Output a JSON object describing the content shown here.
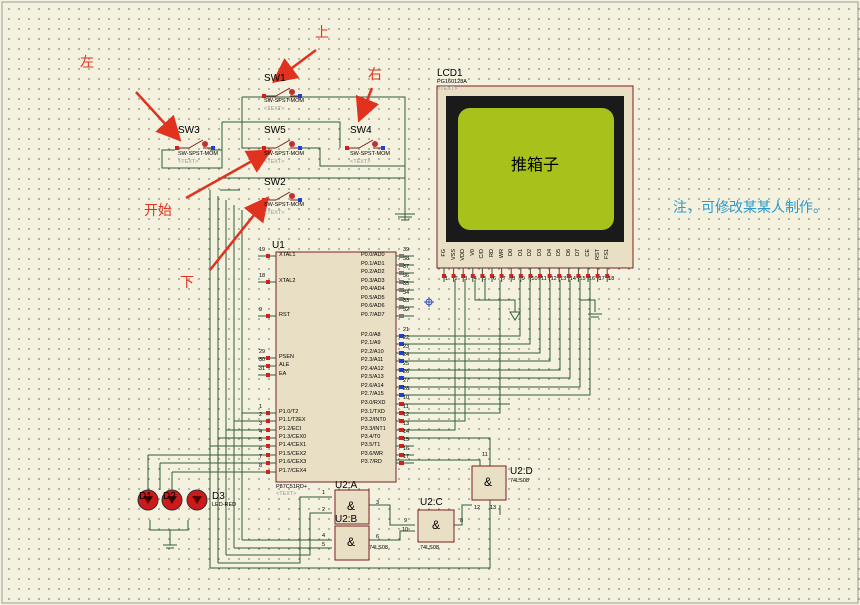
{
  "annotations": {
    "up": "上",
    "down": "下",
    "left": "左",
    "right": "右",
    "start": "开始"
  },
  "note": "注，可修改某某人制作。",
  "switches": [
    {
      "ref": "SW1",
      "type": "SW-SPST-MOM",
      "text": "<TEXT>"
    },
    {
      "ref": "SW2",
      "type": "SW-SPST-MOM",
      "text": "<TEXT>"
    },
    {
      "ref": "SW3",
      "type": "SW-SPST-MOM",
      "text": "<TEXT>"
    },
    {
      "ref": "SW4",
      "type": "SW-SPST-MOM",
      "text": "<TEXT>"
    },
    {
      "ref": "SW5",
      "type": "SW-SPST-MOM",
      "text": "<TEXT>"
    }
  ],
  "lcd": {
    "ref": "LCD1",
    "model": "PG160128A",
    "text": "<TEXT>",
    "screen_text": "推箱子",
    "pins": [
      "FG",
      "VSS",
      "VDD",
      "V0",
      "C/D",
      "RD",
      "WR",
      "D0",
      "D1",
      "D2",
      "D3",
      "D4",
      "D5",
      "D6",
      "D7",
      "CE",
      "RST",
      "FS1"
    ],
    "pin_numbers": [
      "1",
      "2",
      "3",
      "4",
      "5",
      "6",
      "7",
      "8",
      "9",
      "10",
      "11",
      "12",
      "13",
      "14",
      "15",
      "16",
      "17",
      "18",
      "19"
    ]
  },
  "mcu": {
    "ref": "U1",
    "model": "P87C51RD+",
    "text": "<TEXT>",
    "left_pins": [
      {
        "num": "19",
        "name": "XTAL1"
      },
      {
        "num": "18",
        "name": "XTAL2"
      },
      {
        "num": "9",
        "name": "RST"
      },
      {
        "num": "29",
        "name": "PSEN"
      },
      {
        "num": "30",
        "name": "ALE"
      },
      {
        "num": "31",
        "name": "EA"
      },
      {
        "num": "1",
        "name": "P1.0/T2"
      },
      {
        "num": "2",
        "name": "P1.1/T2EX"
      },
      {
        "num": "3",
        "name": "P1.2/ECI"
      },
      {
        "num": "4",
        "name": "P1.3/CEX0"
      },
      {
        "num": "5",
        "name": "P1.4/CEX1"
      },
      {
        "num": "6",
        "name": "P1.5/CEX2"
      },
      {
        "num": "7",
        "name": "P1.6/CEX3"
      },
      {
        "num": "8",
        "name": "P1.7/CEX4"
      }
    ],
    "right_pins": [
      {
        "num": "39",
        "name": "P0.0/AD0"
      },
      {
        "num": "38",
        "name": "P0.1/AD1"
      },
      {
        "num": "37",
        "name": "P0.2/AD2"
      },
      {
        "num": "36",
        "name": "P0.3/AD3"
      },
      {
        "num": "35",
        "name": "P0.4/AD4"
      },
      {
        "num": "34",
        "name": "P0.5/AD5"
      },
      {
        "num": "33",
        "name": "P0.6/AD6"
      },
      {
        "num": "32",
        "name": "P0.7/AD7"
      },
      {
        "num": "21",
        "name": "P2.0/A8"
      },
      {
        "num": "22",
        "name": "P2.1/A9"
      },
      {
        "num": "23",
        "name": "P2.2/A10"
      },
      {
        "num": "24",
        "name": "P2.3/A11"
      },
      {
        "num": "25",
        "name": "P2.4/A12"
      },
      {
        "num": "26",
        "name": "P2.5/A13"
      },
      {
        "num": "27",
        "name": "P2.6/A14"
      },
      {
        "num": "28",
        "name": "P2.7/A15"
      },
      {
        "num": "10",
        "name": "P3.0/RXD"
      },
      {
        "num": "11",
        "name": "P3.1/TXD"
      },
      {
        "num": "12",
        "name": "P3.2/INT0"
      },
      {
        "num": "13",
        "name": "P3.3/INT1"
      },
      {
        "num": "14",
        "name": "P3.4/T0"
      },
      {
        "num": "15",
        "name": "P3.5/T1"
      },
      {
        "num": "16",
        "name": "P3.6/WR"
      },
      {
        "num": "17",
        "name": "P3.7/RD"
      }
    ]
  },
  "gates": [
    {
      "ref": "U2:A",
      "symbol": "&",
      "model": "",
      "pins": [
        "1",
        "2",
        "3"
      ]
    },
    {
      "ref": "U2:B",
      "symbol": "&",
      "model": "74LS08",
      "pins": [
        "4",
        "5",
        "6"
      ]
    },
    {
      "ref": "U2:C",
      "symbol": "&",
      "model": "74LS08",
      "pins": [
        "9",
        "10",
        "8"
      ]
    },
    {
      "ref": "U2:D",
      "symbol": "&",
      "model": "74LS08",
      "pins": [
        "11",
        "12",
        "13"
      ]
    }
  ],
  "leds": {
    "refs": [
      "D1",
      "D2",
      "D3"
    ],
    "type": "LED-RED"
  },
  "colors": {
    "wire": "#2f5e3a",
    "arrow": "#e0321e",
    "part_fill": "#e8dfc4",
    "part_stroke": "#7a2020",
    "lcd_screen": "#a9c21b"
  }
}
